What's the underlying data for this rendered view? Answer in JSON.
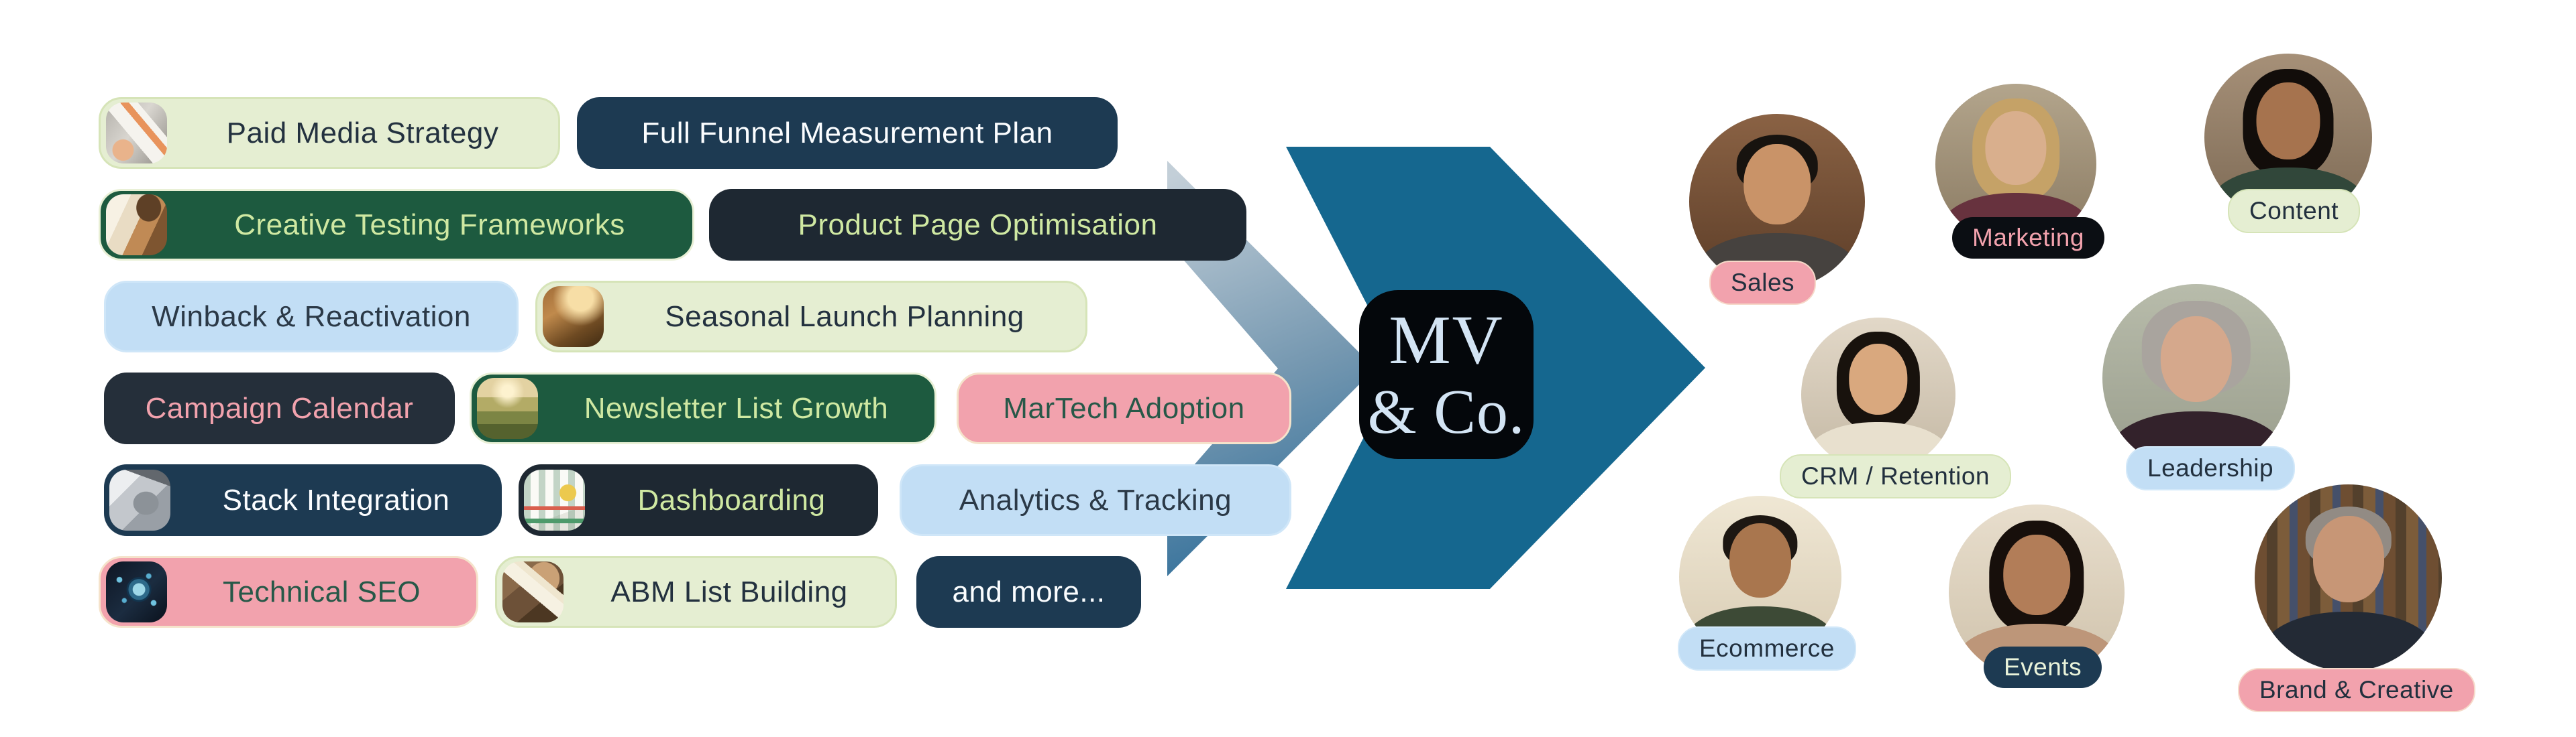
{
  "logo": {
    "line1": "MV",
    "line2": "& Co."
  },
  "services": [
    {
      "label": "Paid Media Strategy",
      "style": "light-green",
      "thumb": "photos"
    },
    {
      "label": "Full Funnel Measurement Plan",
      "style": "navy",
      "thumb": null
    },
    {
      "label": "Creative Testing Frameworks",
      "style": "dark-green",
      "thumb": "swatches"
    },
    {
      "label": "Product Page Optimisation",
      "style": "charcoal",
      "thumb": null
    },
    {
      "label": "Winback & Reactivation",
      "style": "light-blue",
      "thumb": null
    },
    {
      "label": "Seasonal Launch Planning",
      "style": "light-green",
      "thumb": "journal"
    },
    {
      "label": "Campaign Calendar",
      "style": "charcoal-pink",
      "thumb": null
    },
    {
      "label": "Newsletter List Growth",
      "style": "dark-green",
      "thumb": "hillside"
    },
    {
      "label": "MarTech Adoption",
      "style": "pink",
      "thumb": null
    },
    {
      "label": "Stack Integration",
      "style": "navy",
      "thumb": "device"
    },
    {
      "label": "Dashboarding",
      "style": "charcoal",
      "thumb": "charts"
    },
    {
      "label": "Analytics & Tracking",
      "style": "light-blue",
      "thumb": null
    },
    {
      "label": "Technical SEO",
      "style": "pink",
      "thumb": "seo-magnifier"
    },
    {
      "label": "ABM List Building",
      "style": "light-green",
      "thumb": "letters"
    },
    {
      "label": "and more...",
      "style": "navy",
      "thumb": null
    }
  ],
  "team": [
    {
      "label": "Sales",
      "style": "pink"
    },
    {
      "label": "Marketing",
      "style": "black-pink"
    },
    {
      "label": "Content",
      "style": "light-green"
    },
    {
      "label": "CRM / Retention",
      "style": "light-green"
    },
    {
      "label": "Leadership",
      "style": "light-blue"
    },
    {
      "label": "Ecommerce",
      "style": "light-blue"
    },
    {
      "label": "Events",
      "style": "navy"
    },
    {
      "label": "Brand & Creative",
      "style": "pink"
    }
  ],
  "palette": {
    "arrow_blue": "#15678f",
    "gradient_chevron_light": "#c3cfd8",
    "gradient_chevron_dark": "#2e6d99",
    "navy": "#1d3a52",
    "dark_green": "#1d5a3f",
    "charcoal": "#1e2832",
    "light_green": "#e5eed2",
    "light_blue": "#c2def5",
    "pink": "#f2a2ad",
    "pill_text_dark": "#23313f",
    "pill_text_green": "#cfe8a2",
    "logo_bg": "#04070b",
    "logo_text": "#d3e4f4"
  }
}
